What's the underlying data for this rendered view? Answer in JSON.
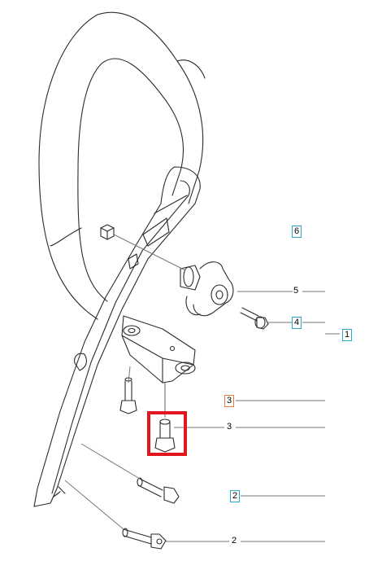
{
  "callouts": {
    "c6": "6",
    "c5": "5",
    "c4": "4",
    "c1": "1",
    "c3_boxed": "3",
    "c3_plain": "3",
    "c2_boxed": "2",
    "c2_plain": "2"
  },
  "colors": {
    "outline": "#2b2b2b",
    "leader": "#777777",
    "callout_border_blue": "#2aa6c8",
    "callout_border_orange": "#e47a3a",
    "highlight": "#e0181e"
  }
}
